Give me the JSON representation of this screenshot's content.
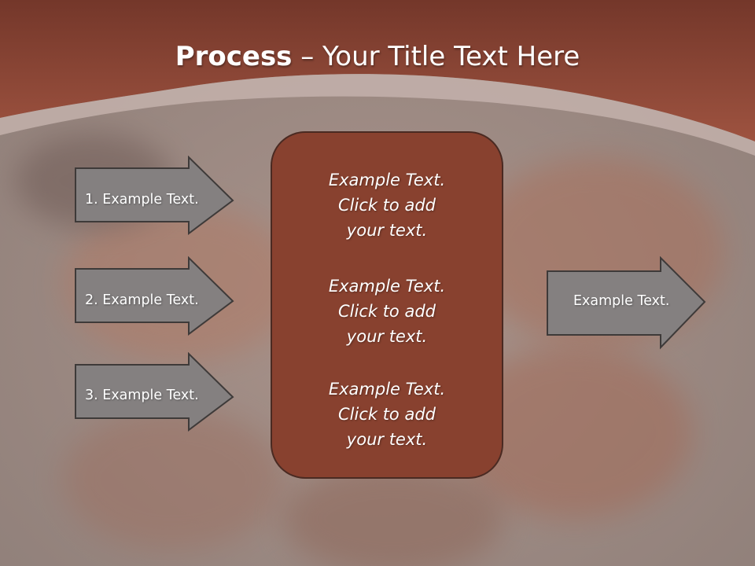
{
  "slide": {
    "title_bold": "Process",
    "title_rest": " – Your Title Text Here"
  },
  "left_arrows": [
    {
      "label": "1. Example Text."
    },
    {
      "label": "2. Example Text."
    },
    {
      "label": "3. Example Text."
    }
  ],
  "center_box": {
    "blocks": [
      {
        "line1": "Example Text.",
        "line2": "Click  to add",
        "line3": "your text."
      },
      {
        "line1": "Example Text.",
        "line2": "Click  to add",
        "line3": "your text."
      },
      {
        "line1": "Example Text.",
        "line2": "Click  to add",
        "line3": "your text."
      }
    ]
  },
  "right_arrow": {
    "label": "Example Text."
  },
  "colors": {
    "header": "#8f4634",
    "box": "#88412f",
    "arrow": "#848080"
  }
}
